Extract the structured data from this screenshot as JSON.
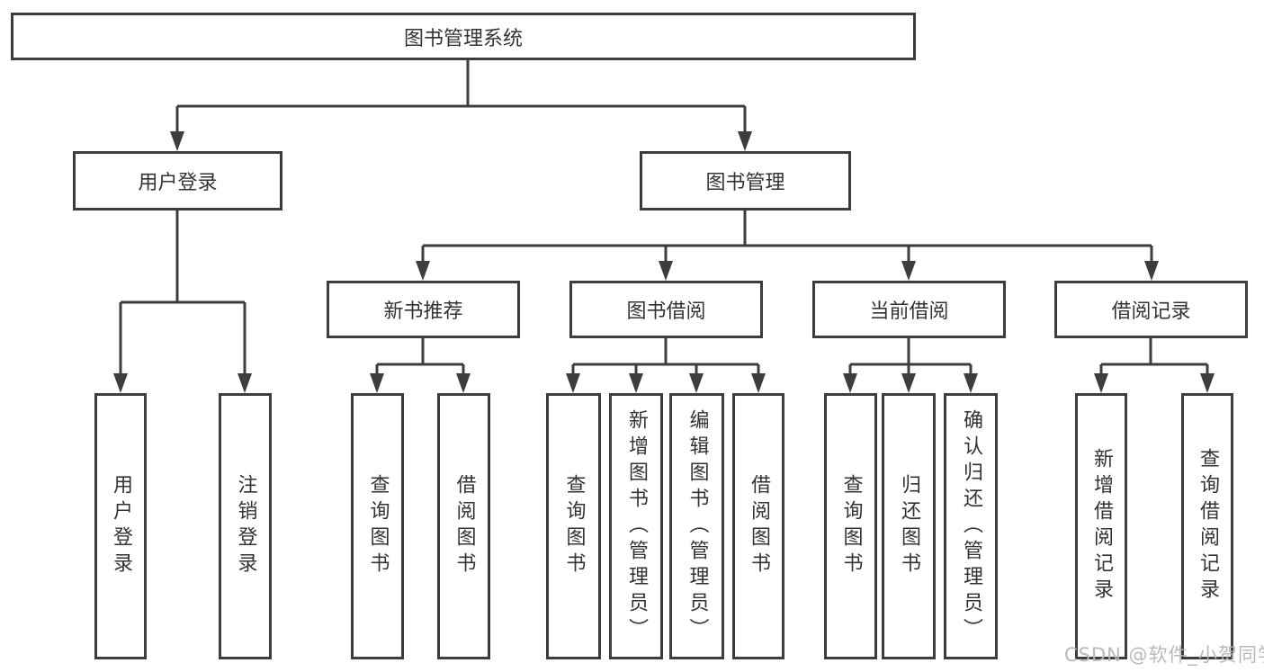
{
  "diagram": {
    "title": "图书管理系统",
    "nodes": [
      {
        "id": "root",
        "label": "图书管理系统"
      },
      {
        "id": "user-login",
        "label": "用户登录"
      },
      {
        "id": "book-management",
        "label": "图书管理"
      },
      {
        "id": "new-book-recommendation",
        "label": "新书推荐"
      },
      {
        "id": "book-borrowing",
        "label": "图书借阅"
      },
      {
        "id": "current-borrowing",
        "label": "当前借阅"
      },
      {
        "id": "borrowing-records",
        "label": "借阅记录"
      },
      {
        "id": "user-login-action",
        "label": "用户登录"
      },
      {
        "id": "logout-action",
        "label": "注销登录"
      },
      {
        "id": "query-books-1",
        "label": "查询图书"
      },
      {
        "id": "borrow-books-1",
        "label": "借阅图书"
      },
      {
        "id": "query-books-2",
        "label": "查询图书"
      },
      {
        "id": "add-books-admin",
        "label": "新增图书（管理员）"
      },
      {
        "id": "edit-books-admin",
        "label": "编辑图书（管理员）"
      },
      {
        "id": "borrow-books-2",
        "label": "借阅图书"
      },
      {
        "id": "query-books-3",
        "label": "查询图书"
      },
      {
        "id": "return-books",
        "label": "归还图书"
      },
      {
        "id": "confirm-return-admin",
        "label": "确认归还（管理员）"
      },
      {
        "id": "add-borrow-record",
        "label": "新增借阅记录"
      },
      {
        "id": "query-borrow-record",
        "label": "查询借阅记录"
      }
    ]
  },
  "watermark": {
    "text": "CSDN @软件_小贺同学"
  },
  "colors": {
    "line": "#3d3d3d",
    "box_border": "#3d3d3d",
    "box_background": "#ffffff",
    "text": "#333333",
    "watermark": "#b5b5b5",
    "background": "#ffffff"
  }
}
